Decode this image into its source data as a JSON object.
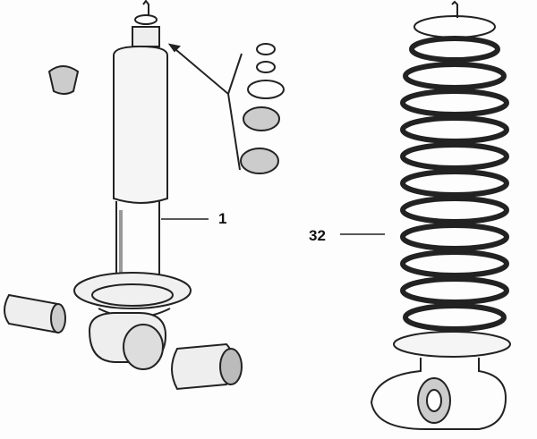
{
  "callouts": [
    {
      "id": "1",
      "text": "1"
    },
    {
      "id": "32",
      "text": "32"
    }
  ],
  "colors": {
    "ink": "#222222",
    "background": "#fdfdfd"
  }
}
